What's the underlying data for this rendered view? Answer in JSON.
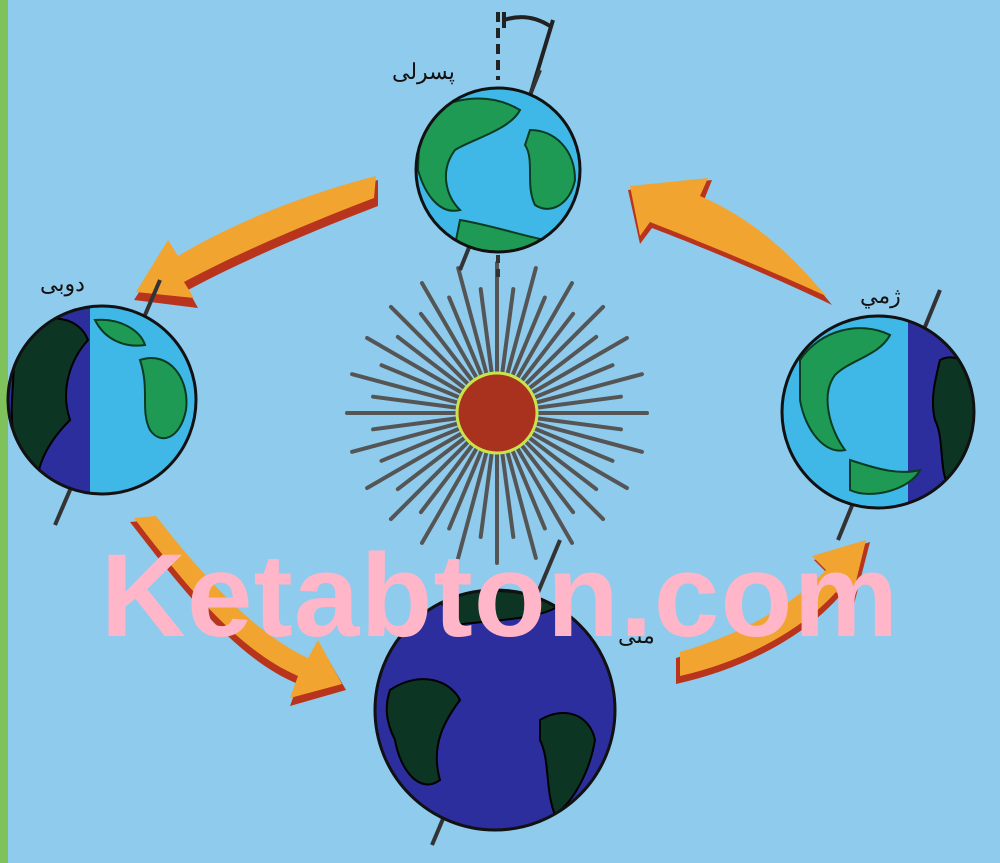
{
  "colors": {
    "background": "#8ecbec",
    "ocean_day": "#3fb8e8",
    "ocean_night": "#2b2e9c",
    "land_day": "#1f9a55",
    "land_night": "#0d3524",
    "arrow_fill": "#f2a431",
    "arrow_shadow": "#b8341c",
    "sun": "#a8321e",
    "sun_rim": "#c9e34a",
    "rays": "#555555",
    "watermark": "#ffb6c9"
  },
  "labels": {
    "top": "پسرلی",
    "left": "دوبی",
    "right": "ژمي",
    "bottom": "منی"
  },
  "watermark": "Ketabton.com",
  "icons": [
    "earth-globe",
    "sun",
    "curved-arrow",
    "tilt-angle-marker"
  ]
}
